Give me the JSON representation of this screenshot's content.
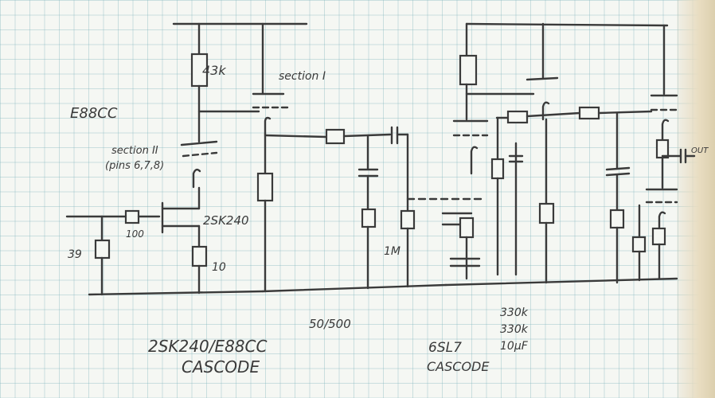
{
  "labels": {
    "r43k": "43k",
    "section1": "section I",
    "tube": "E88CC",
    "section2_line1": "section II",
    "section2_line2": "(pins 6,7,8)",
    "jfet": "2SK240",
    "r100": "100",
    "r39": "39",
    "r10": "10",
    "r1m": "1M",
    "out": "OUT",
    "supply": "50/500",
    "parts_line1": "330k",
    "parts_line2": "330k",
    "parts_line3": "10µF",
    "title1_line1": "2SK240/E88CC",
    "title1_line2": "CASCODE",
    "title2_line1": "6SL7",
    "title2_line2": "CASCODE"
  }
}
